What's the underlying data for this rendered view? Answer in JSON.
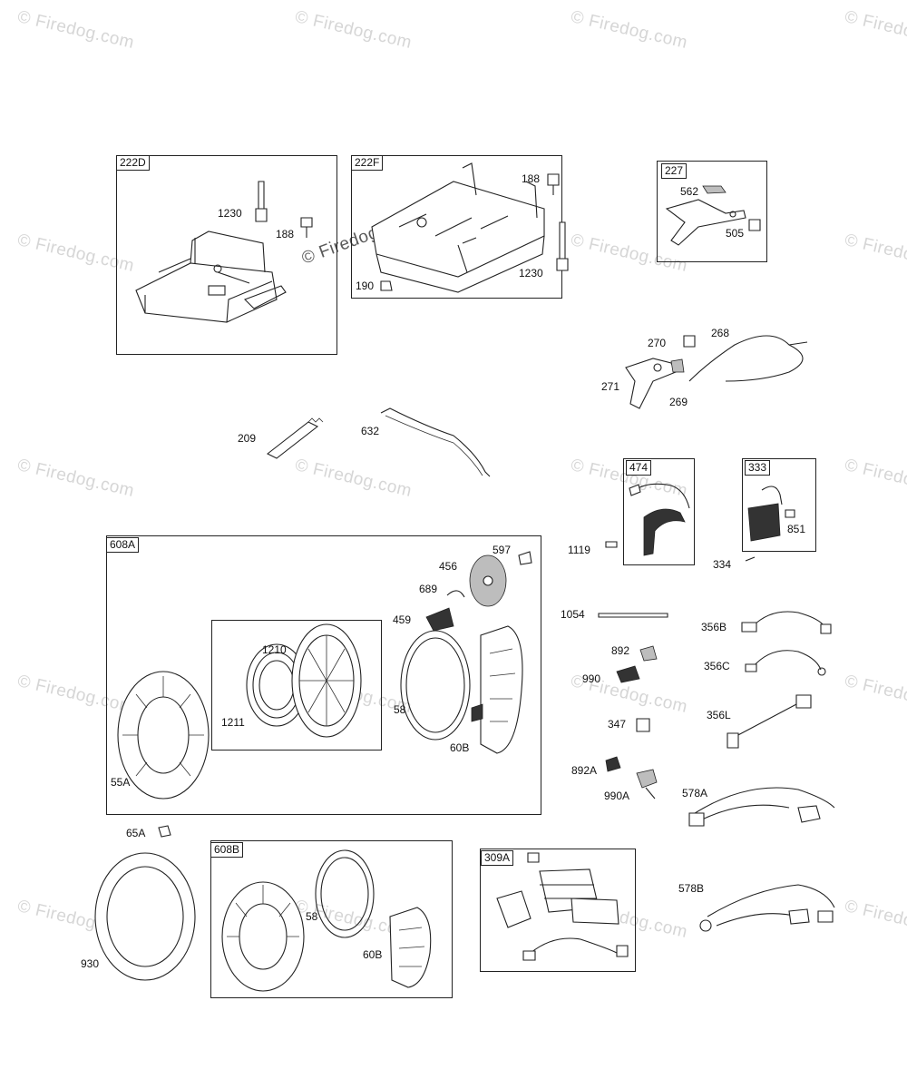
{
  "watermark_text": "© Firedog.com",
  "groups": {
    "g222d": "222D",
    "g222f": "222F",
    "g227": "227",
    "g474": "474",
    "g333": "333",
    "g608a": "608A",
    "g608b": "608B",
    "g309a": "309A"
  },
  "labels": {
    "l1230a": "1230",
    "l188a": "188",
    "l188b": "188",
    "l190": "190",
    "l1230b": "1230",
    "l562": "562",
    "l505": "505",
    "l270": "270",
    "l268": "268",
    "l271": "271",
    "l269": "269",
    "l209": "209",
    "l632": "632",
    "l1119": "1119",
    "l851": "851",
    "l334": "334",
    "l597": "597",
    "l456": "456",
    "l689": "689",
    "l459": "459",
    "l1210": "1210",
    "l1211": "1211",
    "l58a": "58",
    "l60ba": "60B",
    "l55a": "55A",
    "l1054": "1054",
    "l356b": "356B",
    "l892": "892",
    "l356c": "356C",
    "l990": "990",
    "l347": "347",
    "l356l": "356L",
    "l892a": "892A",
    "l990a": "990A",
    "l578a": "578A",
    "l65a": "65A",
    "l930": "930",
    "l58b": "58",
    "l60bb": "60B",
    "l578b": "578B"
  }
}
